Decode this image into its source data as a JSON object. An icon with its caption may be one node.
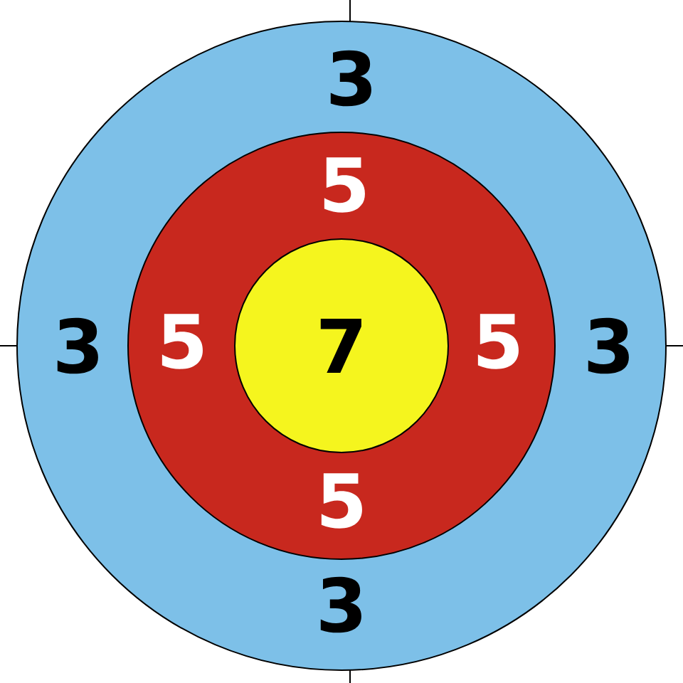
{
  "diagram": {
    "nodes": [
      {
        "text": [
          "3",
          "3",
          "3",
          "3"
        ]
      },
      {
        "text": [
          "5",
          "5",
          "5",
          "5"
        ],
        "in": 0
      },
      {
        "text": [
          "7"
        ],
        "in": 1
      }
    ]
  }
}
